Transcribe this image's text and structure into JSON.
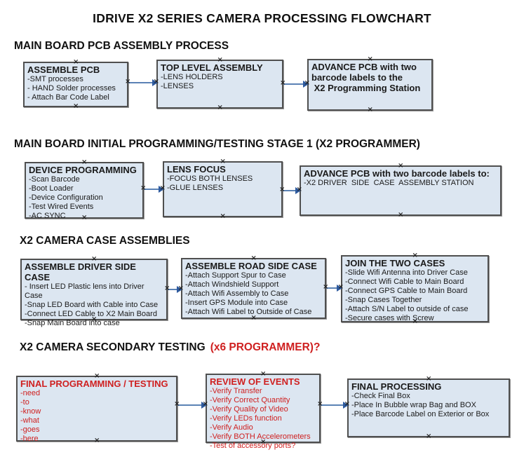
{
  "title": "IDRIVE X2  SERIES CAMERA PROCESSING FLOWCHART",
  "colors": {
    "box_fill": "#dce6f1",
    "box_border": "#4f4f4f",
    "red_text": "#cf2020",
    "arrow_line": "#5b82b5",
    "arrow_head": "#2e5a9e",
    "background": "#ffffff",
    "text": "#1a1a1a"
  },
  "sections": [
    {
      "heading": "MAIN BOARD PCB ASSEMBLY PROCESS",
      "boxes": [
        {
          "title": "ASSEMBLE PCB",
          "lines": [
            "-SMT processes",
            "- HAND Solder processes",
            "- Attach Bar Code Label"
          ]
        },
        {
          "title": "TOP LEVEL ASSEMBLY",
          "lines": [
            "-LENS HOLDERS",
            "-LENSES"
          ]
        },
        {
          "title": "ADVANCE PCB with two",
          "lines": [
            "barcode labels to the",
            " X2 Programming Station"
          ]
        }
      ]
    },
    {
      "heading": "MAIN BOARD INITIAL PROGRAMMING/TESTING STAGE 1 (X2 PROGRAMMER)",
      "boxes": [
        {
          "title": "DEVICE PROGRAMMING",
          "lines": [
            "-Scan Barcode",
            "-Boot Loader",
            "-Device Configuration",
            "-Test Wired Events",
            "-AC SYNC"
          ]
        },
        {
          "title": "LENS FOCUS",
          "lines": [
            "-FOCUS BOTH LENSES",
            "-GLUE LENSES"
          ]
        },
        {
          "title": "ADVANCE PCB with two barcode labels to:",
          "lines": [
            "-X2 DRIVER  SIDE  CASE  ASSEMBLY STATION"
          ]
        }
      ]
    },
    {
      "heading": "X2 CAMERA CASE ASSEMBLIES",
      "boxes": [
        {
          "title": "ASSEMBLE DRIVER SIDE CASE",
          "lines": [
            "- Insert LED Plastic lens into Driver Case",
            "-Snap LED Board with Cable into Case",
            "-Connect LED Cable to X2 Main Board",
            "-Snap Main Board into case"
          ]
        },
        {
          "title": "ASSEMBLE ROAD SIDE CASE",
          "lines": [
            "-Attach Support Spur to Case",
            "-Attach Windshield Support",
            "-Attach Wifi Assembly to Case",
            "-Insert GPS Module into Case",
            "-Attach Wifi Label to Outside of Case"
          ]
        },
        {
          "title": "JOIN THE TWO CASES",
          "lines": [
            "-Slide Wifi Antenna into Driver Case",
            "-Connect Wifi Cable to Main Board",
            "-Connect GPS Cable to Main Board",
            "-Snap Cases Together",
            "-Attach S/N Label to outside of case",
            "-Secure cases with Screw"
          ]
        }
      ]
    },
    {
      "heading": "X2 CAMERA SECONDARY TESTING",
      "heading_suffix": "(x6 PROGRAMMER)?",
      "boxes": [
        {
          "title": "FINAL PROGRAMMING / TESTING",
          "lines": [
            "-need",
            "-to",
            "-know",
            "-what",
            "-goes",
            "-here"
          ]
        },
        {
          "title": "REVIEW OF EVENTS",
          "lines": [
            "-Verify Transfer",
            "-Verify Correct Quantity",
            "-Verify Quality of Video",
            "-Verify LEDs function",
            "-Verify Audio",
            "-Verify BOTH Accelerometers",
            "-Test of accessory ports?"
          ]
        },
        {
          "title": "FINAL PROCESSING",
          "lines": [
            "-Check Final Box",
            "-Place In Bubble wrap Bag and BOX",
            "-Place Barcode Label on Exterior or Box"
          ]
        }
      ]
    }
  ]
}
